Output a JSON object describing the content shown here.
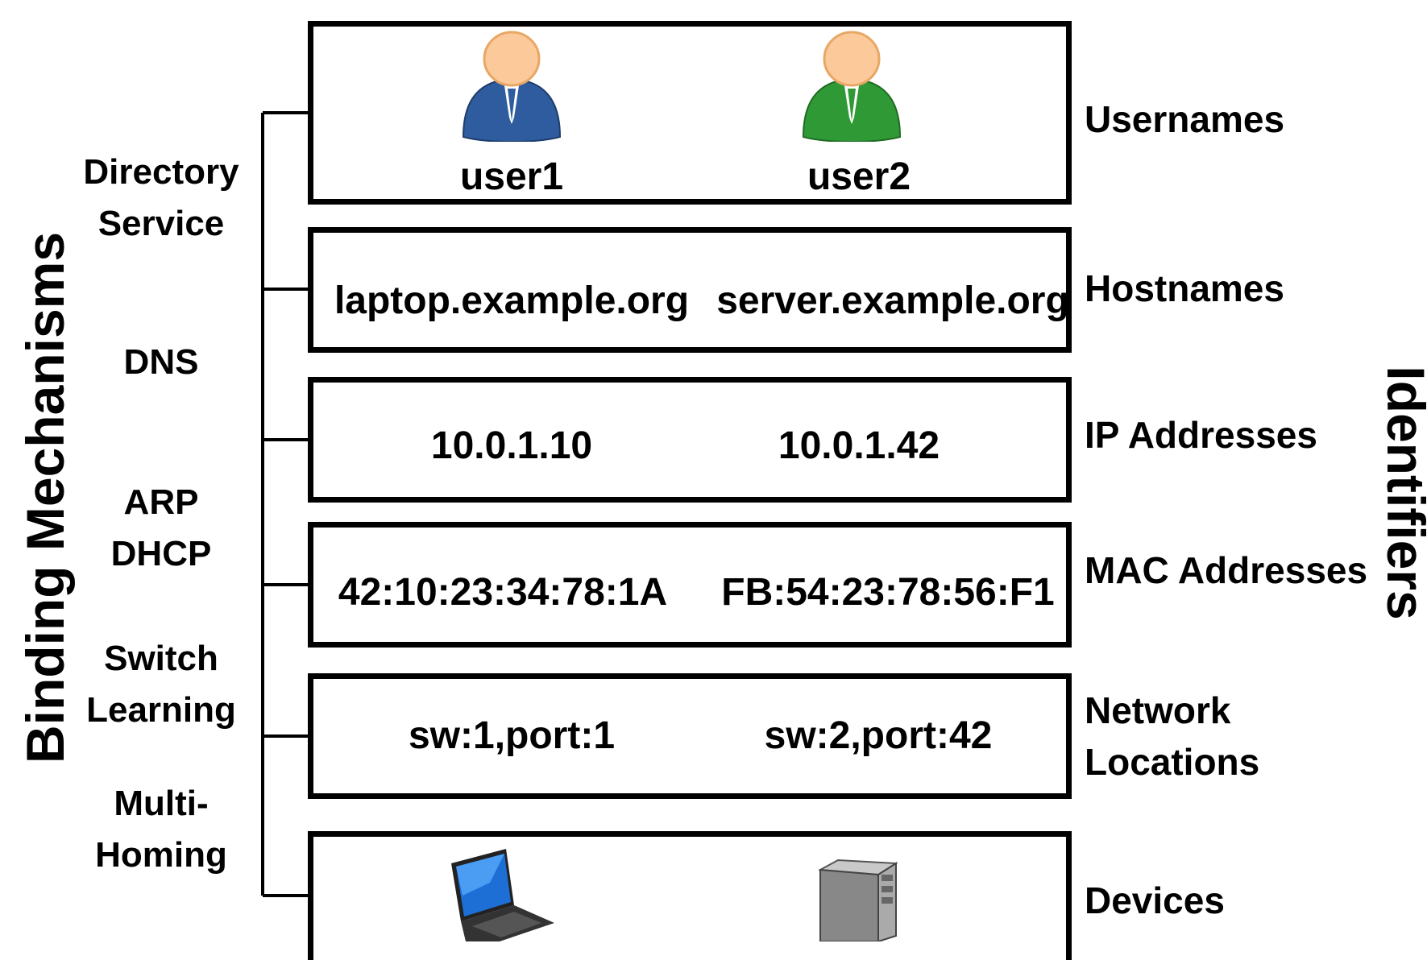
{
  "rows": [
    {
      "label": "Usernames",
      "left": "user1",
      "right": "user2"
    },
    {
      "label": "Hostnames",
      "left": "laptop.example.org",
      "right": "server.example.org"
    },
    {
      "label": "IP Addresses",
      "left": "10.0.1.10",
      "right": "10.0.1.42"
    },
    {
      "label": "MAC Addresses",
      "left": "42:10:23:34:78:1A",
      "right": "FB:54:23:78:56:F1"
    },
    {
      "label": "Network\nLocations",
      "left": "sw:1,port:1",
      "right": "sw:2,port:42"
    },
    {
      "label": "Devices",
      "left": "",
      "right": ""
    }
  ],
  "mechanisms": [
    "Directory\nService",
    "DNS",
    "ARP\nDHCP",
    "Switch\nLearning",
    "Multi-\nHoming"
  ],
  "left_title": "Binding Mechanisms",
  "right_title": "Identifiers",
  "colors": {
    "user1": "#2e5c9e",
    "user2": "#2f9a35",
    "skin": "#fcc99a"
  },
  "icons": {
    "user1": "person-icon",
    "user2": "person-icon",
    "device_left": "laptop-icon",
    "device_right": "server-tower-icon"
  }
}
